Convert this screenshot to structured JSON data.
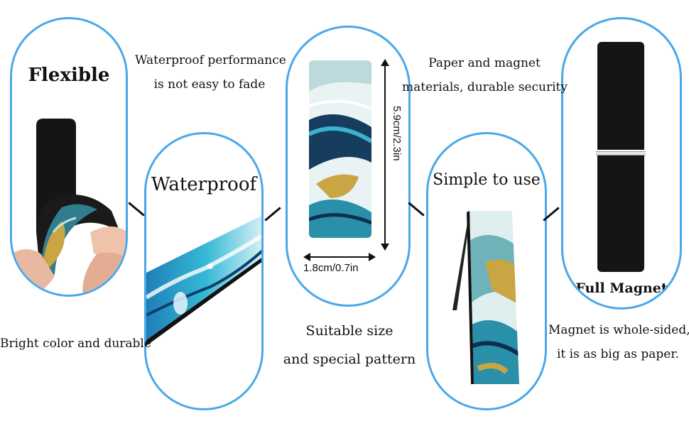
{
  "features": [
    {
      "title": "Flexible"
    },
    {
      "title": "Waterproof"
    },
    {
      "title": "Simple to use"
    },
    {
      "title": "Full Magnet"
    }
  ],
  "dimensions": {
    "height": "5.9cm/2.3in",
    "width": "1.8cm/0.7in"
  },
  "captions": {
    "waterproof_performance": [
      "Waterproof performance",
      "is not easy to fade"
    ],
    "paper_and_magnet": [
      "Paper and magnet",
      "materials, durable security"
    ],
    "bright_color": [
      "Bright color and durable"
    ],
    "suitable_size": [
      "Suitable size",
      "and special pattern"
    ],
    "magnet_whole_sided": [
      "Magnet is whole-sided,",
      "it is as big as paper."
    ]
  },
  "colors": {
    "pill_border": "#4aa8ea",
    "marble_teal": "#2a8fa8",
    "marble_navy": "#123a5a",
    "marble_gold": "#c9a544",
    "magnet_black": "#151515"
  }
}
